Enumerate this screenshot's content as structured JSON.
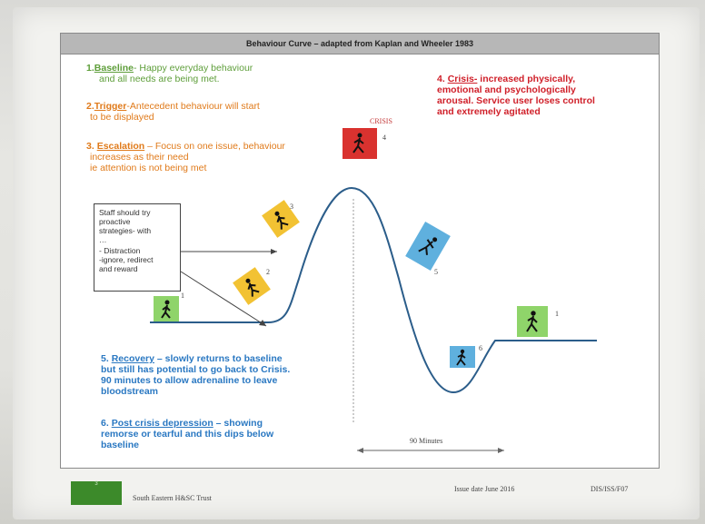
{
  "slide": {
    "title": "Behaviour Curve – adapted from Kaplan and Wheeler 1983"
  },
  "notes": {
    "baseline": {
      "num": "1.",
      "head": "Baseline",
      "text": "- Happy everyday behaviour",
      "text2": "and all needs are being met."
    },
    "trigger": {
      "num": "2.",
      "head": "Trigger",
      "text": "-Antecedent behaviour will start",
      "text2": "to be displayed"
    },
    "escalation": {
      "num": "3. ",
      "head": "Escalation",
      "text": " – Focus on one issue, behaviour",
      "text2": "increases as their need",
      "text3": "ie attention is not being met"
    },
    "crisis": {
      "num": "4. ",
      "head": "Crisis-",
      "text": " increased physically,",
      "text2": "emotional and psychologically",
      "text3": "arousal. Service user loses control",
      "text4": "and extremely agitated"
    },
    "recovery": {
      "num": "5. ",
      "head": "Recovery",
      "text": " – slowly returns to baseline",
      "text2": "but still has potential to go back to Crisis.",
      "text3": "90 minutes to allow adrenaline to leave",
      "text4": "bloodstream"
    },
    "depression": {
      "num": "6. ",
      "head": "Post crisis depression",
      "text": " – showing",
      "text2": "remorse or tearful and this dips below",
      "text3": "baseline"
    }
  },
  "staff_box": {
    "line1": "Staff should try\nproactive\nstrategies- with\n…",
    "line2": "- Distraction\n-ignore, redirect\nand reward"
  },
  "figure_labels": {
    "crisis_label": "CRISIS",
    "stage_numbers": [
      "1",
      "2",
      "3",
      "4",
      "5",
      "6",
      "1"
    ],
    "minutes": "90 Minutes"
  },
  "footer": {
    "trust": "South Eastern H&SC Trust",
    "issue": "Issue date June 2016",
    "code": "DIS/ISS/F07",
    "logo_num": "3"
  },
  "colors": {
    "curve": "#2b5d8a",
    "green_icon": "#8fd46a",
    "yellow_icon": "#f2c233",
    "red_icon": "#d9322f",
    "blue_icon": "#5fb0de"
  }
}
